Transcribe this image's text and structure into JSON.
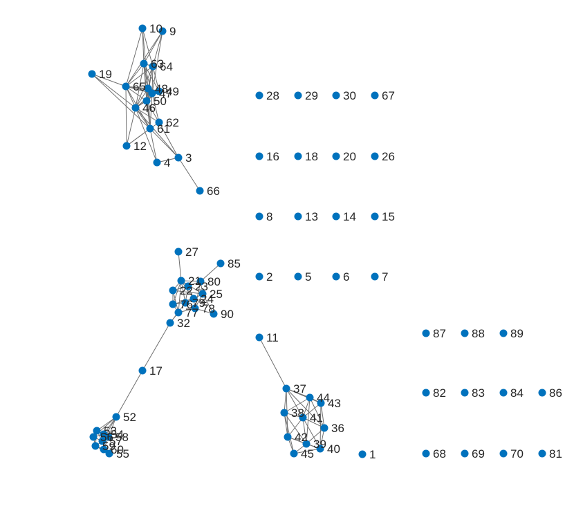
{
  "graph": {
    "node_color": "#0072bd",
    "edge_color": "#6e6e6e",
    "label_color": "#262626",
    "nodes": [
      {
        "id": "10",
        "label": "10"
      },
      {
        "id": "9",
        "label": "9"
      },
      {
        "id": "63",
        "label": "63"
      },
      {
        "id": "64",
        "label": "64"
      },
      {
        "id": "19",
        "label": "19"
      },
      {
        "id": "65",
        "label": "65"
      },
      {
        "id": "48",
        "label": "48"
      },
      {
        "id": "47",
        "label": "47"
      },
      {
        "id": "49",
        "label": "49"
      },
      {
        "id": "50",
        "label": "50"
      },
      {
        "id": "46",
        "label": "46"
      },
      {
        "id": "62",
        "label": "62"
      },
      {
        "id": "61",
        "label": "61"
      },
      {
        "id": "12",
        "label": "12"
      },
      {
        "id": "4",
        "label": "4"
      },
      {
        "id": "3",
        "label": "3"
      },
      {
        "id": "66",
        "label": "66"
      },
      {
        "id": "28",
        "label": "28"
      },
      {
        "id": "29",
        "label": "29"
      },
      {
        "id": "30",
        "label": "30"
      },
      {
        "id": "67",
        "label": "67"
      },
      {
        "id": "16",
        "label": "16"
      },
      {
        "id": "18",
        "label": "18"
      },
      {
        "id": "20",
        "label": "20"
      },
      {
        "id": "26",
        "label": "26"
      },
      {
        "id": "8",
        "label": "8"
      },
      {
        "id": "13",
        "label": "13"
      },
      {
        "id": "14",
        "label": "14"
      },
      {
        "id": "15",
        "label": "15"
      },
      {
        "id": "2",
        "label": "2"
      },
      {
        "id": "5",
        "label": "5"
      },
      {
        "id": "6",
        "label": "6"
      },
      {
        "id": "7",
        "label": "7"
      },
      {
        "id": "27",
        "label": "27"
      },
      {
        "id": "85",
        "label": "85"
      },
      {
        "id": "c1",
        "label": "21"
      },
      {
        "id": "c2",
        "label": "80"
      },
      {
        "id": "c3",
        "label": "25"
      },
      {
        "id": "c4",
        "label": "22"
      },
      {
        "id": "c5",
        "label": "23"
      },
      {
        "id": "c6",
        "label": "24"
      },
      {
        "id": "c7",
        "label": "76"
      },
      {
        "id": "c8",
        "label": "77"
      },
      {
        "id": "c9",
        "label": "78"
      },
      {
        "id": "c10",
        "label": "79"
      },
      {
        "id": "90",
        "label": "90"
      },
      {
        "id": "32",
        "label": "32"
      },
      {
        "id": "17",
        "label": "17"
      },
      {
        "id": "52",
        "label": "52"
      },
      {
        "id": "b1",
        "label": "53"
      },
      {
        "id": "b2",
        "label": "54"
      },
      {
        "id": "b3",
        "label": "56"
      },
      {
        "id": "b4",
        "label": "57"
      },
      {
        "id": "b5",
        "label": "58"
      },
      {
        "id": "b6",
        "label": "59"
      },
      {
        "id": "b7",
        "label": "60"
      },
      {
        "id": "b8",
        "label": "55"
      },
      {
        "id": "11",
        "label": "11"
      },
      {
        "id": "37",
        "label": "37"
      },
      {
        "id": "44",
        "label": "44"
      },
      {
        "id": "43",
        "label": "43"
      },
      {
        "id": "38",
        "label": "38"
      },
      {
        "id": "41",
        "label": "41"
      },
      {
        "id": "36",
        "label": "36"
      },
      {
        "id": "42",
        "label": "42"
      },
      {
        "id": "39",
        "label": "39"
      },
      {
        "id": "40",
        "label": "40"
      },
      {
        "id": "45",
        "label": "45"
      },
      {
        "id": "1",
        "label": "1"
      },
      {
        "id": "87",
        "label": "87"
      },
      {
        "id": "88",
        "label": "88"
      },
      {
        "id": "89",
        "label": "89"
      },
      {
        "id": "82",
        "label": "82"
      },
      {
        "id": "83",
        "label": "83"
      },
      {
        "id": "84",
        "label": "84"
      },
      {
        "id": "86",
        "label": "86"
      },
      {
        "id": "68",
        "label": "68"
      },
      {
        "id": "69",
        "label": "69"
      },
      {
        "id": "70",
        "label": "70"
      },
      {
        "id": "81",
        "label": "81"
      }
    ],
    "edges": [
      [
        "10",
        "63"
      ],
      [
        "10",
        "64"
      ],
      [
        "10",
        "65"
      ],
      [
        "10",
        "48"
      ],
      [
        "9",
        "63"
      ],
      [
        "9",
        "64"
      ],
      [
        "9",
        "47"
      ],
      [
        "9",
        "65"
      ],
      [
        "63",
        "64"
      ],
      [
        "63",
        "65"
      ],
      [
        "63",
        "48"
      ],
      [
        "63",
        "47"
      ],
      [
        "63",
        "49"
      ],
      [
        "63",
        "50"
      ],
      [
        "63",
        "46"
      ],
      [
        "63",
        "61"
      ],
      [
        "64",
        "65"
      ],
      [
        "64",
        "48"
      ],
      [
        "64",
        "47"
      ],
      [
        "64",
        "49"
      ],
      [
        "64",
        "50"
      ],
      [
        "64",
        "46"
      ],
      [
        "19",
        "65"
      ],
      [
        "19",
        "46"
      ],
      [
        "19",
        "61"
      ],
      [
        "65",
        "48"
      ],
      [
        "65",
        "47"
      ],
      [
        "65",
        "49"
      ],
      [
        "65",
        "50"
      ],
      [
        "65",
        "46"
      ],
      [
        "65",
        "61"
      ],
      [
        "65",
        "12"
      ],
      [
        "48",
        "47"
      ],
      [
        "48",
        "49"
      ],
      [
        "48",
        "50"
      ],
      [
        "48",
        "46"
      ],
      [
        "48",
        "61"
      ],
      [
        "47",
        "49"
      ],
      [
        "47",
        "50"
      ],
      [
        "47",
        "46"
      ],
      [
        "47",
        "61"
      ],
      [
        "47",
        "62"
      ],
      [
        "49",
        "50"
      ],
      [
        "49",
        "46"
      ],
      [
        "50",
        "46"
      ],
      [
        "50",
        "61"
      ],
      [
        "50",
        "62"
      ],
      [
        "46",
        "61"
      ],
      [
        "46",
        "62"
      ],
      [
        "46",
        "12"
      ],
      [
        "46",
        "4"
      ],
      [
        "46",
        "3"
      ],
      [
        "61",
        "62"
      ],
      [
        "61",
        "12"
      ],
      [
        "61",
        "4"
      ],
      [
        "61",
        "3"
      ],
      [
        "62",
        "3"
      ],
      [
        "12",
        "61"
      ],
      [
        "4",
        "3"
      ],
      [
        "3",
        "66"
      ],
      [
        "27",
        "c1"
      ],
      [
        "85",
        "c2"
      ],
      [
        "c1",
        "c2"
      ],
      [
        "c1",
        "c3"
      ],
      [
        "c1",
        "c4"
      ],
      [
        "c1",
        "c5"
      ],
      [
        "c1",
        "c6"
      ],
      [
        "c1",
        "c7"
      ],
      [
        "c1",
        "c8"
      ],
      [
        "c1",
        "c10"
      ],
      [
        "c2",
        "c3"
      ],
      [
        "c2",
        "c5"
      ],
      [
        "c2",
        "c9"
      ],
      [
        "c3",
        "c4"
      ],
      [
        "c3",
        "c6"
      ],
      [
        "c3",
        "c9"
      ],
      [
        "c3",
        "90"
      ],
      [
        "c4",
        "c5"
      ],
      [
        "c4",
        "c7"
      ],
      [
        "c4",
        "c8"
      ],
      [
        "c5",
        "c6"
      ],
      [
        "c5",
        "c10"
      ],
      [
        "c6",
        "c7"
      ],
      [
        "c6",
        "c9"
      ],
      [
        "c7",
        "c8"
      ],
      [
        "c7",
        "c10"
      ],
      [
        "c8",
        "c9"
      ],
      [
        "c8",
        "32"
      ],
      [
        "c9",
        "c10"
      ],
      [
        "c9",
        "90"
      ],
      [
        "c10",
        "32"
      ],
      [
        "32",
        "17"
      ],
      [
        "17",
        "52"
      ],
      [
        "52",
        "b1"
      ],
      [
        "52",
        "b2"
      ],
      [
        "52",
        "b3"
      ],
      [
        "52",
        "b4"
      ],
      [
        "52",
        "b5"
      ],
      [
        "b1",
        "b2"
      ],
      [
        "b1",
        "b3"
      ],
      [
        "b1",
        "b4"
      ],
      [
        "b1",
        "b6"
      ],
      [
        "b2",
        "b3"
      ],
      [
        "b2",
        "b5"
      ],
      [
        "b2",
        "b7"
      ],
      [
        "b3",
        "b4"
      ],
      [
        "b3",
        "b6"
      ],
      [
        "b4",
        "b5"
      ],
      [
        "b4",
        "b8"
      ],
      [
        "b5",
        "b6"
      ],
      [
        "b5",
        "b7"
      ],
      [
        "b6",
        "b7"
      ],
      [
        "b6",
        "b8"
      ],
      [
        "b7",
        "b8"
      ],
      [
        "11",
        "37"
      ],
      [
        "37",
        "44"
      ],
      [
        "37",
        "38"
      ],
      [
        "37",
        "41"
      ],
      [
        "37",
        "42"
      ],
      [
        "37",
        "43"
      ],
      [
        "37",
        "36"
      ],
      [
        "44",
        "43"
      ],
      [
        "44",
        "41"
      ],
      [
        "44",
        "38"
      ],
      [
        "44",
        "36"
      ],
      [
        "44",
        "39"
      ],
      [
        "43",
        "41"
      ],
      [
        "43",
        "36"
      ],
      [
        "43",
        "40"
      ],
      [
        "38",
        "41"
      ],
      [
        "38",
        "42"
      ],
      [
        "38",
        "39"
      ],
      [
        "38",
        "45"
      ],
      [
        "41",
        "42"
      ],
      [
        "41",
        "36"
      ],
      [
        "41",
        "39"
      ],
      [
        "41",
        "40"
      ],
      [
        "36",
        "39"
      ],
      [
        "36",
        "40"
      ],
      [
        "42",
        "39"
      ],
      [
        "42",
        "45"
      ],
      [
        "42",
        "40"
      ],
      [
        "39",
        "40"
      ],
      [
        "39",
        "45"
      ],
      [
        "40",
        "45"
      ]
    ]
  }
}
